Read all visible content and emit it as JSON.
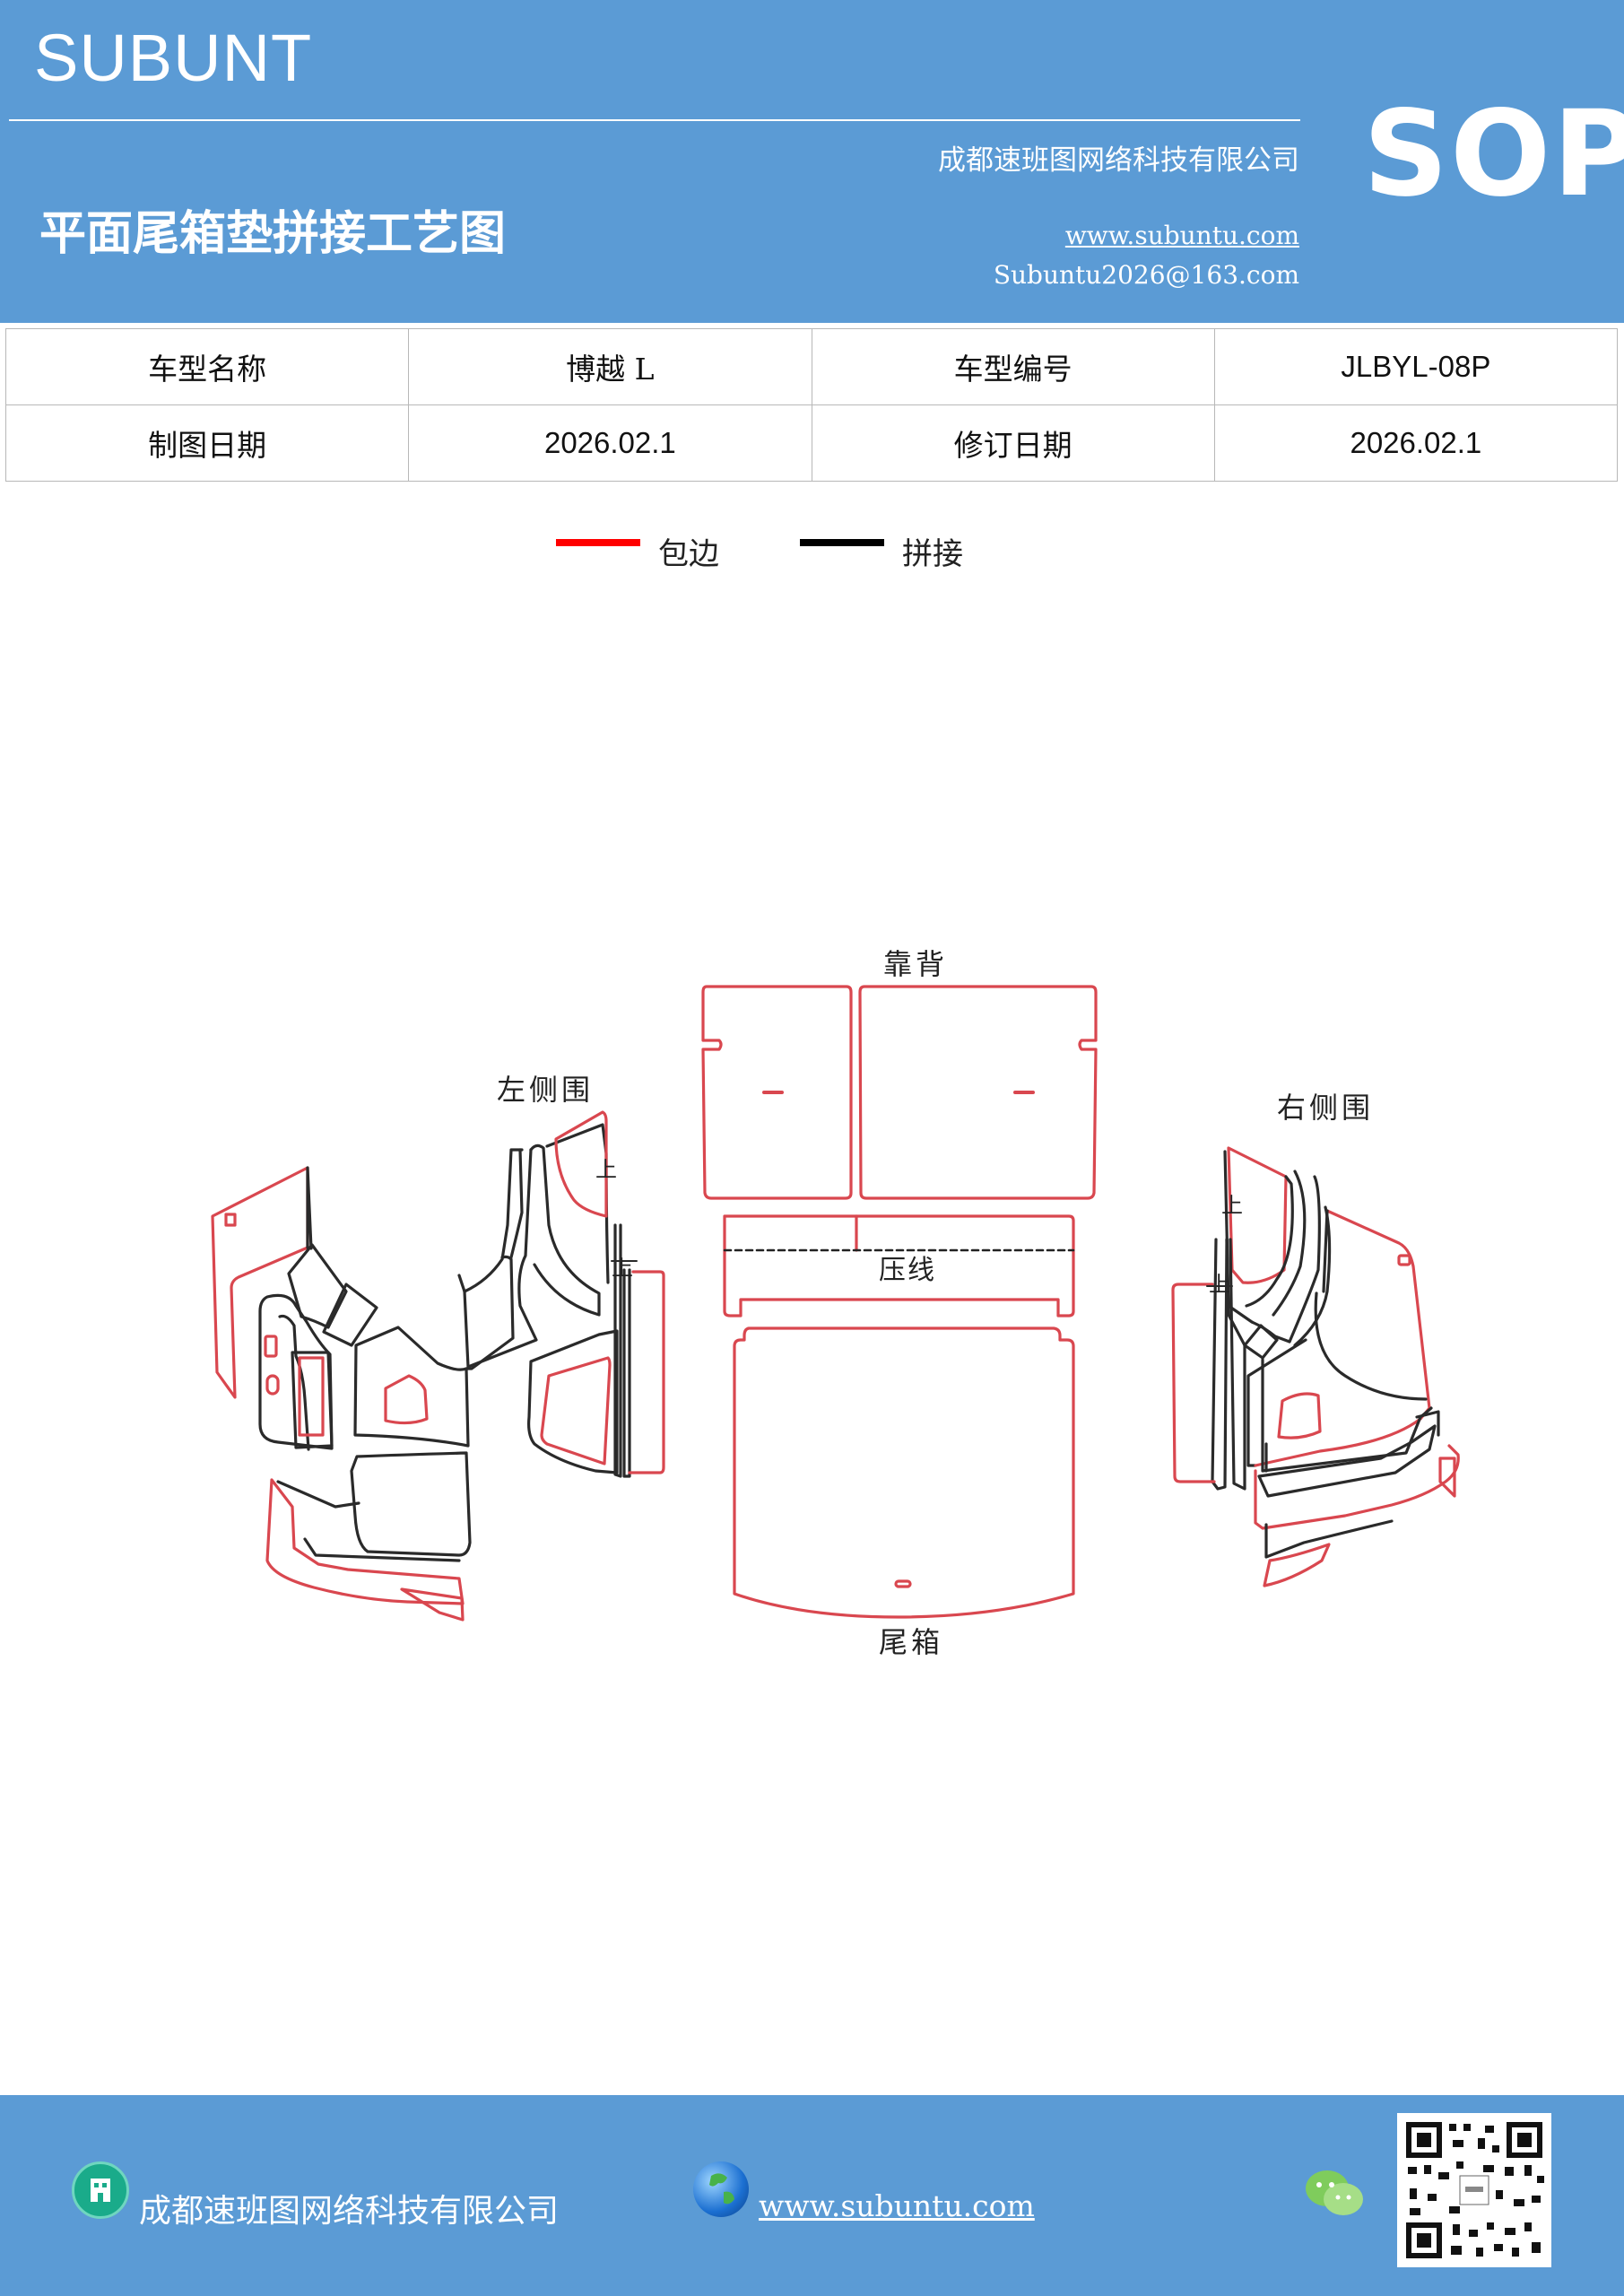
{
  "header": {
    "brand": "SUBUNT",
    "company": "成都速班图网络科技有限公司",
    "title": "平面尾箱垫拼接工艺图",
    "website": "www.subuntu.com",
    "email": "Subuntu2026@163.com",
    "badge": "SOP",
    "background": "#5b9bd5"
  },
  "info_table": {
    "rows": [
      {
        "label1": "车型名称",
        "value1": "博越 L",
        "label2": "车型编号",
        "value2": "JLBYL-08P"
      },
      {
        "label1": "制图日期",
        "value1": "2026.02.1",
        "label2": "修订日期",
        "value2": "2026.02.1"
      }
    ]
  },
  "legend": {
    "items": [
      {
        "label": "包边",
        "color": "#ff0000"
      },
      {
        "label": "拼接",
        "color": "#000000"
      }
    ]
  },
  "diagram": {
    "labels": {
      "backrest": "靠背",
      "left_side": "左侧围",
      "right_side": "右侧围",
      "crease": "压线",
      "trunk": "尾箱",
      "up_mark": "上"
    },
    "colors": {
      "edge": "#d9474f",
      "seam": "#2a2a2a"
    }
  },
  "footer": {
    "company": "成都速班图网络科技有限公司",
    "website": "www.subuntu.com",
    "icons": [
      "building-icon",
      "globe-icon",
      "wechat-icon",
      "qr-code"
    ]
  }
}
